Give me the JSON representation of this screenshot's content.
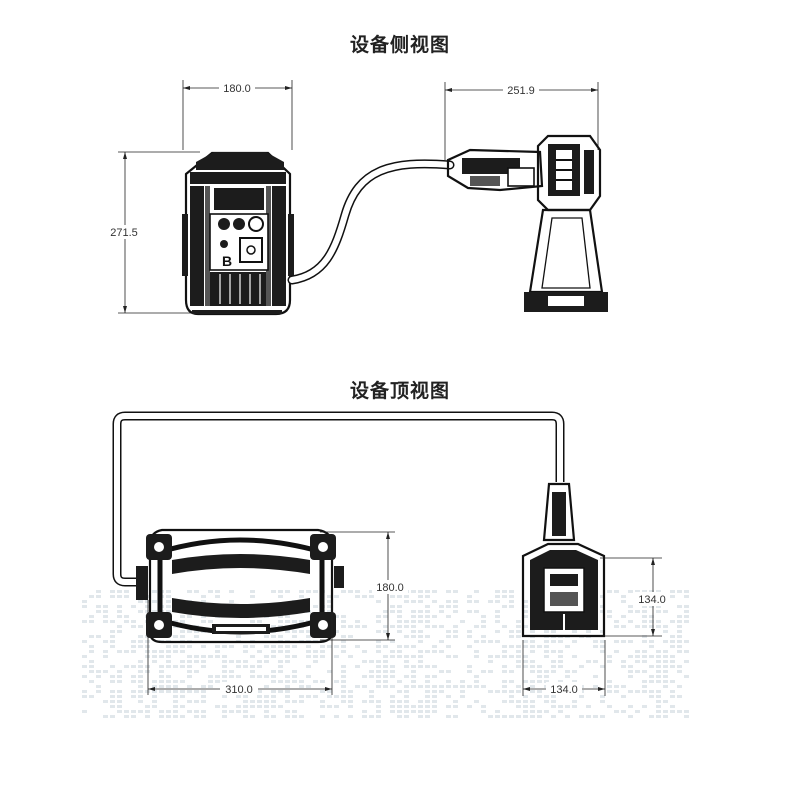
{
  "titles": {
    "side_view": "设备侧视图",
    "top_view": "设备顶视图"
  },
  "dimensions": {
    "side_body_width": "180.0",
    "side_body_height": "271.5",
    "side_gun_width": "251.9",
    "top_body_depth": "180.0",
    "top_body_width": "310.0",
    "top_gun_depth": "134.0",
    "top_gun_width": "134.0"
  },
  "body_label": "B",
  "colors": {
    "line": "#111111",
    "fill_dark": "#1c1c1c",
    "watermark": "#c9d4dc"
  }
}
